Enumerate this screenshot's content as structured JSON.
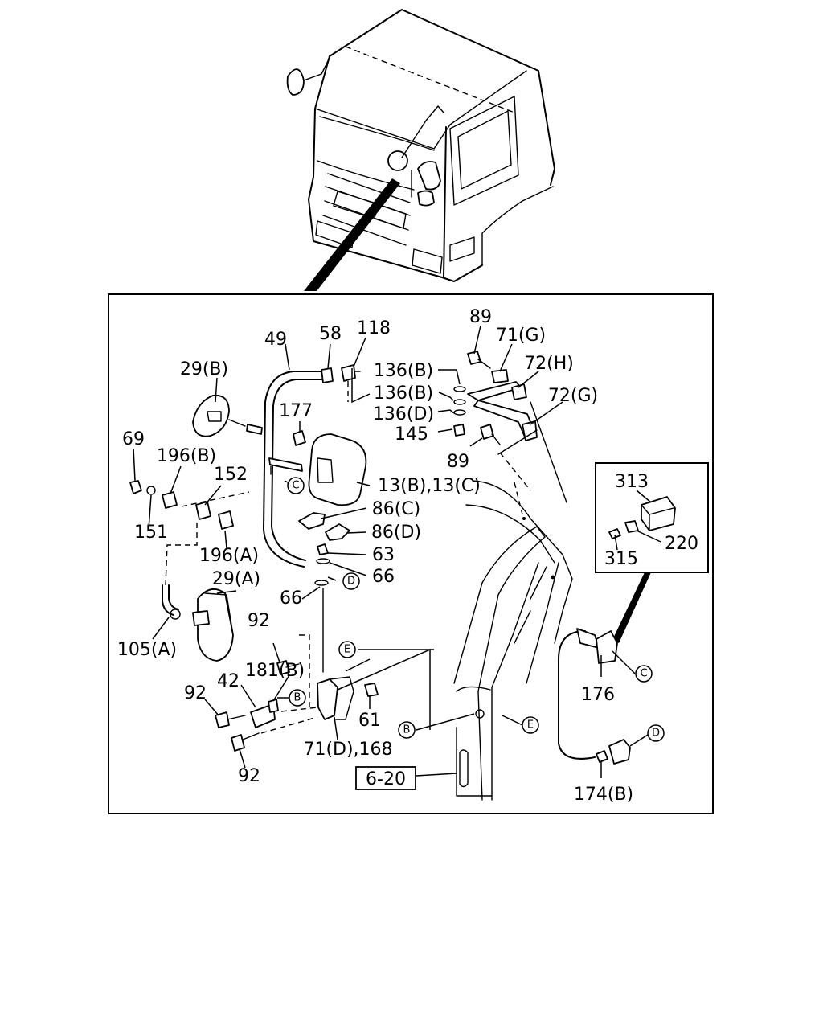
{
  "labels": {
    "p89_top": "89",
    "p71g": "71(G)",
    "p72h": "72(H)",
    "p72g": "72(G)",
    "p136b_1": "136(B)",
    "p136b_2": "136(B)",
    "p136d": "136(D)",
    "p145": "145",
    "p89_bot": "89",
    "p49": "49",
    "p58": "58",
    "p118": "118",
    "p29b": "29(B)",
    "p177": "177",
    "p69": "69",
    "p196b": "196(B)",
    "p152": "152",
    "p151": "151",
    "p196a": "196(A)",
    "p13": "13(B),13(C)",
    "p86c": "86(C)",
    "p86d": "86(D)",
    "p63": "63",
    "p66_1": "66",
    "p66_2": "66",
    "p29a": "29(A)",
    "p105a": "105(A)",
    "p92_1": "92",
    "p92_2": "92",
    "p92_3": "92",
    "p42": "42",
    "p181b": "181(B)",
    "p61": "61",
    "p71d": "71(D),168",
    "p313": "313",
    "p220": "220",
    "p315": "315",
    "p176": "176",
    "p174b": "174(B)",
    "ref_box": "6-20"
  },
  "markers": {
    "c1": "C",
    "c2": "C",
    "d1": "D",
    "d2": "D",
    "e1": "E",
    "e2": "E",
    "b1": "B",
    "b2": "B"
  }
}
